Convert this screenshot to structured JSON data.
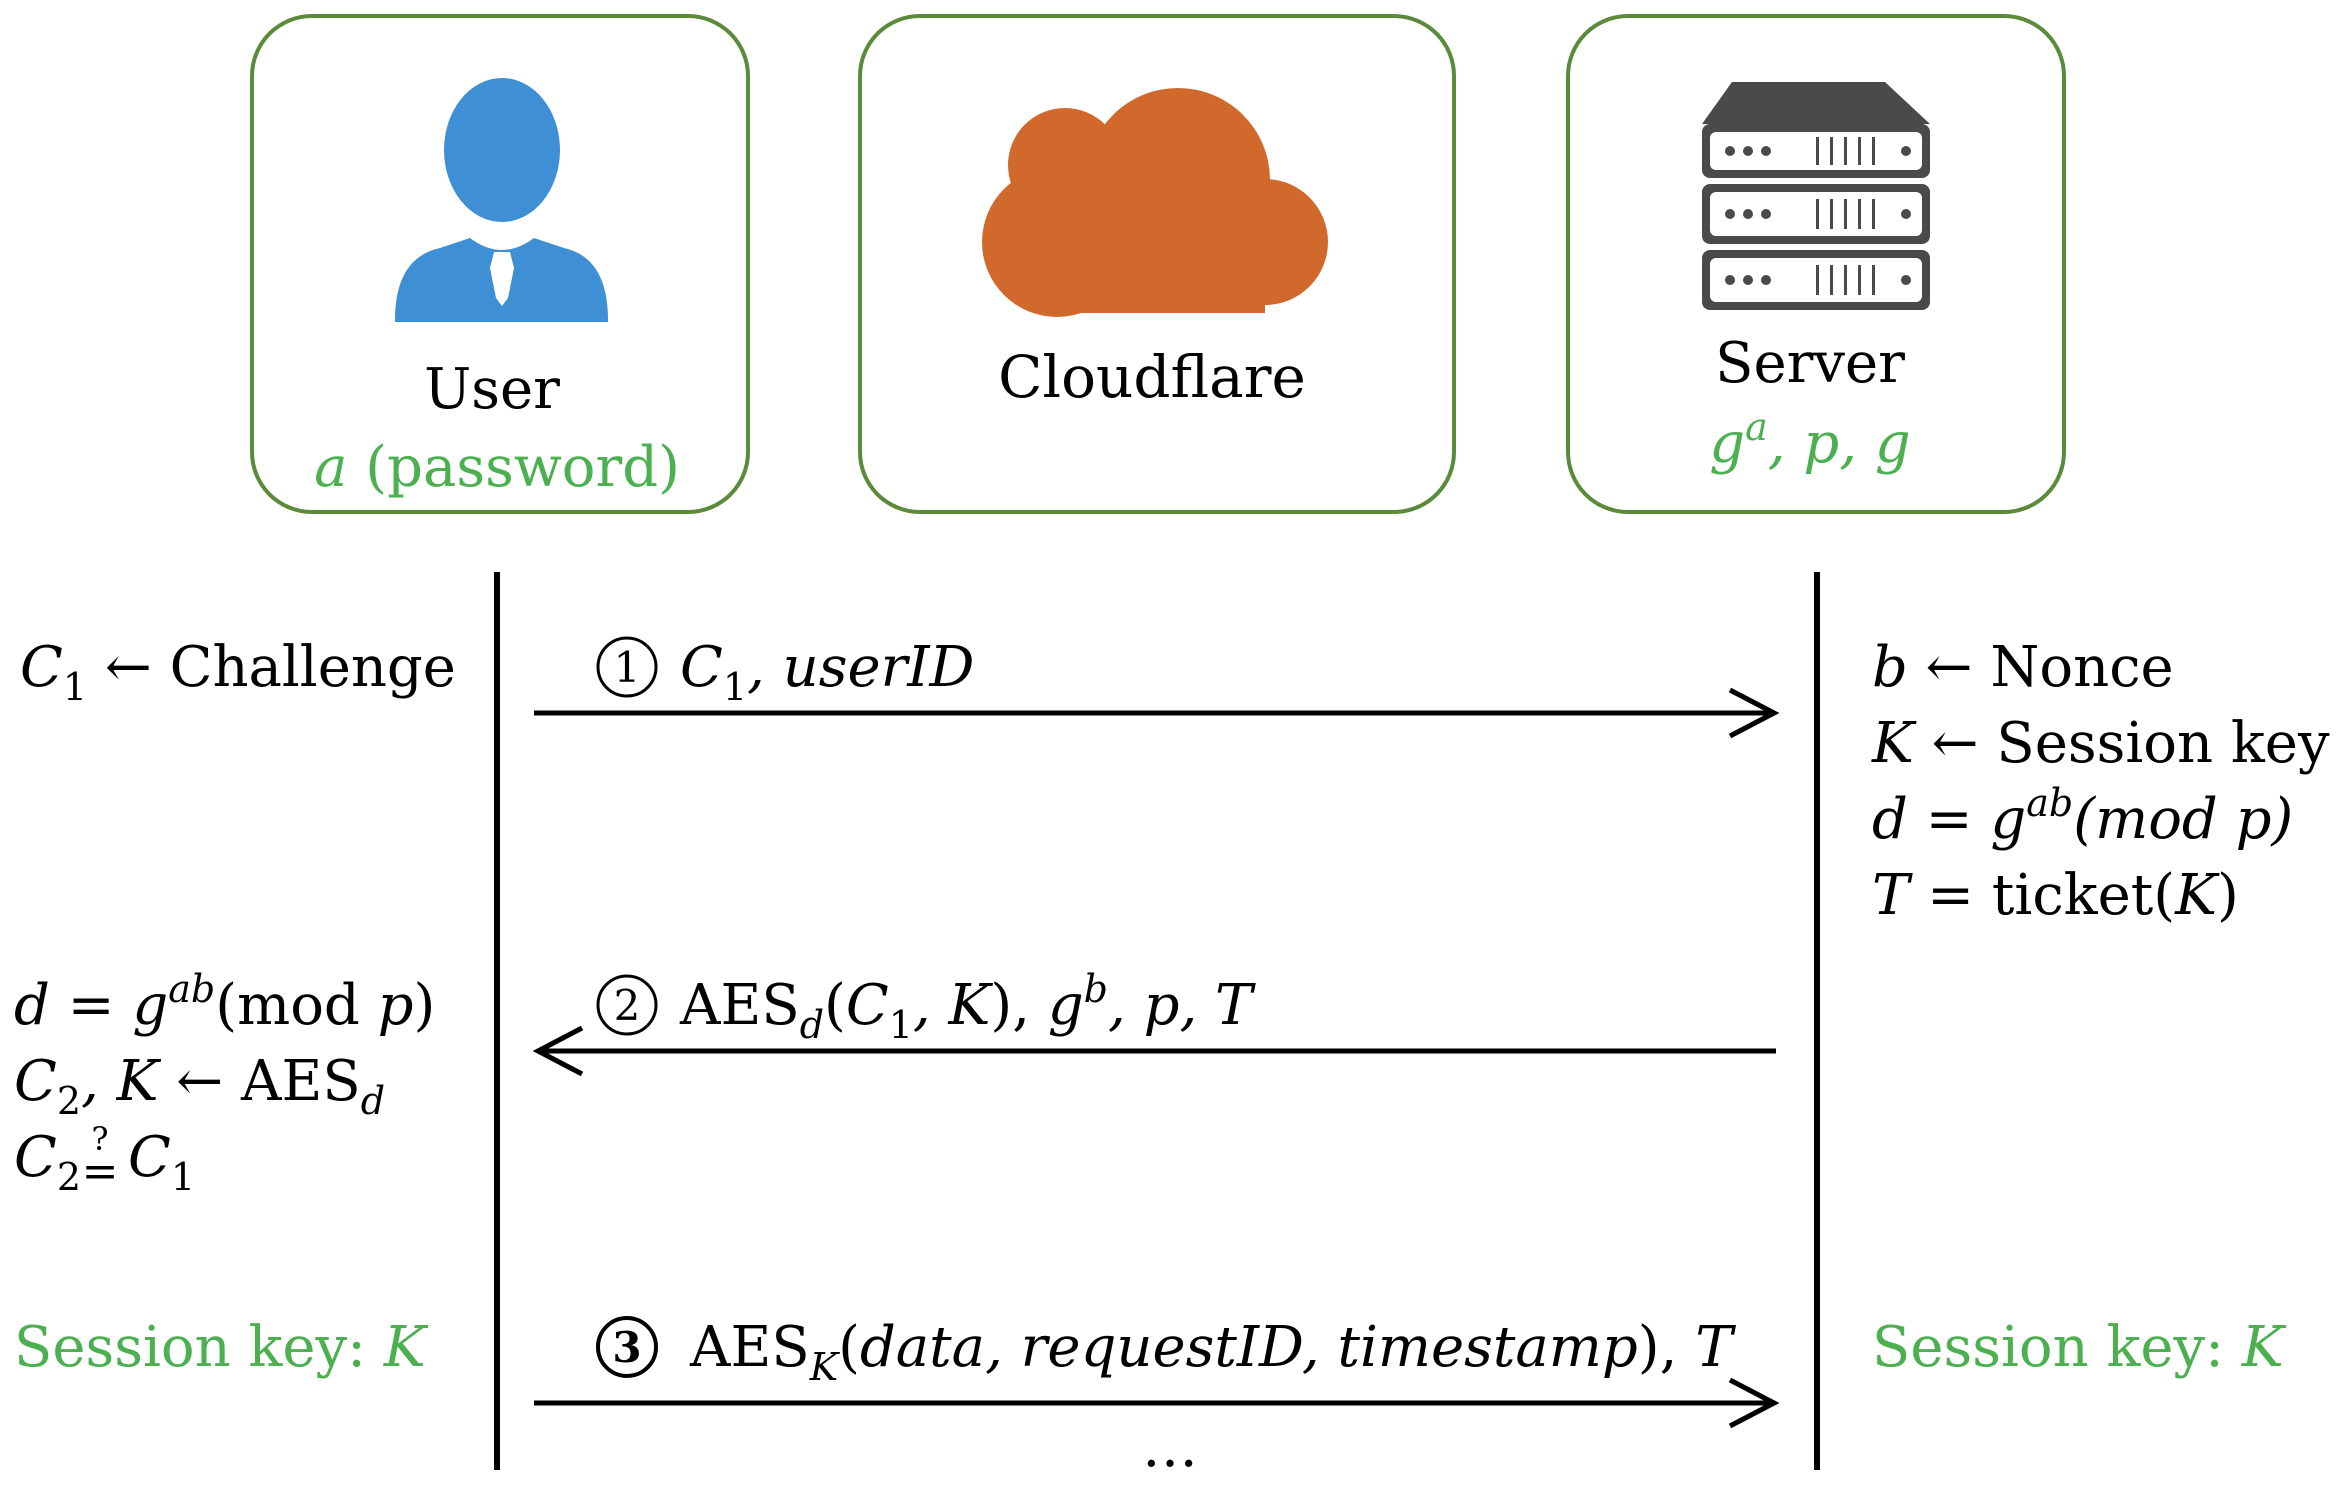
{
  "actors": {
    "user": {
      "label": "User",
      "secret_var": "a",
      "secret_note": "(password)",
      "icon": "user-icon"
    },
    "cloudflare": {
      "label": "Cloudflare",
      "icon": "cloud-icon"
    },
    "server": {
      "label": "Server",
      "params": "g",
      "params_sup": "a",
      "params_rest": ", p, g",
      "icon": "server-rack-icon"
    }
  },
  "user_side": {
    "step1": {
      "var": "C",
      "sub": "1",
      "arrow": "←",
      "value": "Challenge"
    },
    "step2": [
      {
        "lhs": "d",
        "eq": "=",
        "base": "g",
        "sup": "ab",
        "rest": "(mod",
        "mod_var": "p",
        "close": ")"
      },
      {
        "lhs": "C",
        "lhs_sub": "2",
        "mid": ", K",
        "arrow": "←",
        "func": "AES",
        "func_sub": "d"
      },
      {
        "lhs": "C",
        "lhs_sub": "2",
        "op_top": "?",
        "op": "=",
        "rhs": "C",
        "rhs_sub": "1"
      }
    ],
    "session": {
      "text": "Session key: ",
      "var": "K"
    }
  },
  "server_side": {
    "lines": [
      {
        "lhs": "b",
        "arrow": "←",
        "value": "Nonce"
      },
      {
        "lhs": "K",
        "arrow": "←",
        "value": "Session key"
      },
      {
        "lhs": "d",
        "eq": "=",
        "base": "g",
        "sup": "ab",
        "rest": "(mod p)"
      },
      {
        "lhs": "T",
        "eq": "=",
        "value": "ticket(",
        "var": "K",
        "close": ")"
      }
    ],
    "session": {
      "text": "Session key: ",
      "var": "K"
    }
  },
  "messages": [
    {
      "num": "1",
      "direction": "right",
      "parts": [
        {
          "text": "C",
          "italic": true
        },
        {
          "text": "1",
          "sub": true
        },
        {
          "text": ", userID",
          "italic": true
        }
      ]
    },
    {
      "num": "2",
      "direction": "left",
      "parts": [
        {
          "text": "AES"
        },
        {
          "text": "d",
          "sub": true,
          "italic": true
        },
        {
          "text": "("
        },
        {
          "text": "C",
          "italic": true
        },
        {
          "text": "1",
          "sub": true
        },
        {
          "text": ", K",
          "italic": true
        },
        {
          "text": "), "
        },
        {
          "text": "g",
          "italic": true
        },
        {
          "text": "b",
          "sup": true,
          "italic": true
        },
        {
          "text": ", p, T",
          "italic": true
        }
      ]
    },
    {
      "num": "3",
      "direction": "right",
      "parts": [
        {
          "text": "AES"
        },
        {
          "text": "K",
          "sub": true,
          "italic": true
        },
        {
          "text": "("
        },
        {
          "text": "data, requestID, timestamp",
          "italic": true
        },
        {
          "text": "), "
        },
        {
          "text": "T",
          "italic": true
        }
      ]
    }
  ],
  "continuation": "…",
  "colors": {
    "box_border": "#5a8a3a",
    "user_icon": "#3f8fd4",
    "cloud": "#d2692c",
    "server": "#4a4a4a",
    "highlight": "#4caf50"
  }
}
